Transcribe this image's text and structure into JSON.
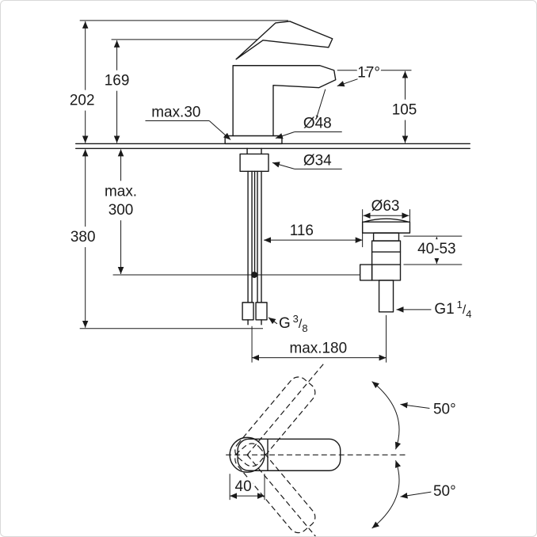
{
  "front_view": {
    "dims": {
      "height_total": "202",
      "height_spout": "169",
      "deck_max": "max.30",
      "spout_angle": "17°",
      "spout_drop": "105",
      "base_dia": "Ø48",
      "shank_dia": "Ø34",
      "rod_max_line1": "max.",
      "rod_max_line2": "300",
      "depth_total": "380",
      "offset_waste": "116",
      "waste_dia": "Ø63",
      "waste_range": "40-53",
      "reach_max": "max.180",
      "supply_thread": {
        "prefix": "G",
        "num": "3",
        "den": "8"
      },
      "waste_thread": {
        "prefix": "G1",
        "num": "1",
        "den": "4"
      }
    }
  },
  "top_view": {
    "dims": {
      "swivel_up": "50°",
      "swivel_down": "50°",
      "body_width": "40"
    }
  }
}
